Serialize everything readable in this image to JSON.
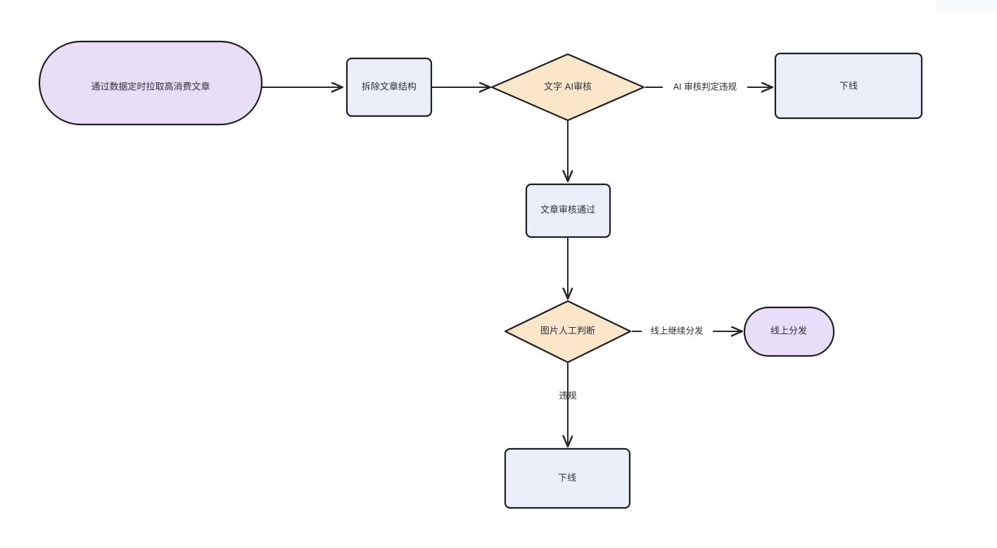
{
  "diagram": {
    "type": "flowchart",
    "direction": "left-to-right with downward branches",
    "background_color": "#ffffff",
    "palette": {
      "stadium_fill": "#e8def8",
      "process_fill": "#eceff9",
      "decision_fill": "#fae6c8",
      "node_stroke": "#1f1f23",
      "edge_stroke": "#26262b",
      "text_color": "#30303a"
    },
    "nodes": [
      {
        "id": "start",
        "label": "通过数据定时拉取高消费文章",
        "shape": "stadium",
        "fill": "#e8def8"
      },
      {
        "id": "strip",
        "label": "拆除文章结构",
        "shape": "rounded-rect",
        "fill": "#eceff9"
      },
      {
        "id": "ai_review",
        "label": "文字 AI审核",
        "shape": "diamond",
        "fill": "#fae6c8"
      },
      {
        "id": "offline_top",
        "label": "下线",
        "shape": "rounded-rect",
        "fill": "#eceff9"
      },
      {
        "id": "passed",
        "label": "文章审核通过",
        "shape": "rounded-rect",
        "fill": "#eceff9"
      },
      {
        "id": "manual_image",
        "label": "图片人工判断",
        "shape": "diamond",
        "fill": "#fae6c8"
      },
      {
        "id": "distribute",
        "label": "线上分发",
        "shape": "stadium",
        "fill": "#e8def8"
      },
      {
        "id": "offline_bottom",
        "label": "下线",
        "shape": "rounded-rect",
        "fill": "#eceff9"
      }
    ],
    "edges": [
      {
        "id": "e1",
        "from": "start",
        "to": "strip",
        "label": ""
      },
      {
        "id": "e2",
        "from": "strip",
        "to": "ai_review",
        "label": ""
      },
      {
        "id": "e3",
        "from": "ai_review",
        "to": "offline_top",
        "label": "AI 审核判定违规"
      },
      {
        "id": "e4",
        "from": "ai_review",
        "to": "passed",
        "label": ""
      },
      {
        "id": "e5",
        "from": "passed",
        "to": "manual_image",
        "label": ""
      },
      {
        "id": "e6",
        "from": "manual_image",
        "to": "distribute",
        "label": "线上继续分发"
      },
      {
        "id": "e7",
        "from": "manual_image",
        "to": "offline_bottom",
        "label": "违规"
      }
    ]
  }
}
